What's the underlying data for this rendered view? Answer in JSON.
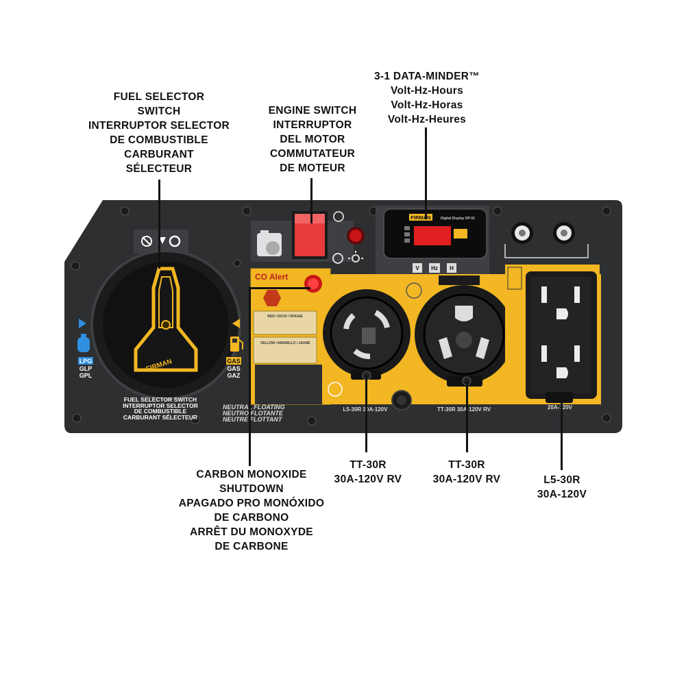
{
  "callouts": {
    "fuel_selector": [
      "FUEL SELECTOR",
      "SWITCH",
      "INTERRUPTOR SELECTOR",
      "DE COMBUSTIBLE",
      "CARBURANT",
      "SÉLECTEUR"
    ],
    "engine_switch": [
      "ENGINE SWITCH",
      "INTERRUPTOR",
      "DEL MOTOR",
      "COMMUTATEUR",
      "DE MOTEUR"
    ],
    "data_minder": [
      "3-1 DATA-MINDER™",
      "Volt-Hz-Hours",
      "Volt-Hz-Horas",
      "Volt-Hz-Heures"
    ],
    "co_shutdown": [
      "CARBON MONOXIDE",
      "SHUTDOWN",
      "APAGADO PRO MONÓXIDO",
      "DE CARBONO",
      "ARRÊT DU MONOXYDE",
      "DE CARBONE"
    ],
    "tt30r_left": [
      "TT-30R",
      "30A-120V RV"
    ],
    "tt30r_right": [
      "TT-30R",
      "30A-120V RV"
    ],
    "l530r": [
      "L5-30R",
      "30A-120V"
    ]
  },
  "panel": {
    "fuel_label": [
      "FUEL SELECTOR SWITCH",
      "INTERRUPTOR SELECTOR",
      "DE COMBUSTIBLE",
      "CARBURANT SÉLECTEUR"
    ],
    "neutral_label": [
      "NEUTRAL FLOATING",
      "NEUTRO FLOTANTE",
      "NEUTRE FLOTTANT"
    ],
    "lpg": [
      "LPG",
      "GLP",
      "GPL"
    ],
    "gas": [
      "GAS",
      "GAS",
      "GAZ"
    ],
    "brand": "FIRMAN",
    "display_brand": "FIRMAN",
    "display_title": "Digital Display DP-01",
    "display_buttons": [
      "V",
      "Hz",
      "H"
    ],
    "co_alert_title": "CO Alert",
    "co_red_label": "RED / ROJO / ROUGE",
    "co_yellow_label": "YELLOW / AMARILLO / JAUNE",
    "socket_l5_label": "L5-30R 30A-120V",
    "socket_tt_label": "TT-30R 30A-120V RV",
    "socket_right_label": "20A-120V"
  },
  "colors": {
    "panel": "#2d2e30",
    "yellow": "#f2b722",
    "red": "#e32626",
    "blue": "#2f8fe0"
  }
}
